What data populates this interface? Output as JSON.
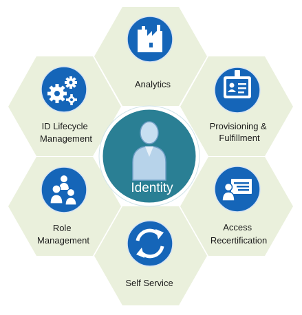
{
  "center": {
    "label": "Identity",
    "icon": "person-icon"
  },
  "segments": [
    {
      "id": "analytics",
      "label_lines": [
        "Analytics"
      ],
      "icon": "factory-icon"
    },
    {
      "id": "provisioning",
      "label_lines": [
        "Provisioning &",
        "Fulfillment"
      ],
      "icon": "id-badge-icon"
    },
    {
      "id": "access",
      "label_lines": [
        "Access",
        "Recertification"
      ],
      "icon": "presentation-board-icon"
    },
    {
      "id": "self-service",
      "label_lines": [
        "Self Service"
      ],
      "icon": "refresh-cycle-icon"
    },
    {
      "id": "role",
      "label_lines": [
        "Role",
        "Management"
      ],
      "icon": "people-group-icon"
    },
    {
      "id": "lifecycle",
      "label_lines": [
        "ID Lifecycle",
        "Management"
      ],
      "icon": "gears-icon"
    }
  ],
  "colors": {
    "hexagon": "#eaf0dc",
    "icon_circle": "#1565b8",
    "center_circle": "#2a7f94"
  }
}
